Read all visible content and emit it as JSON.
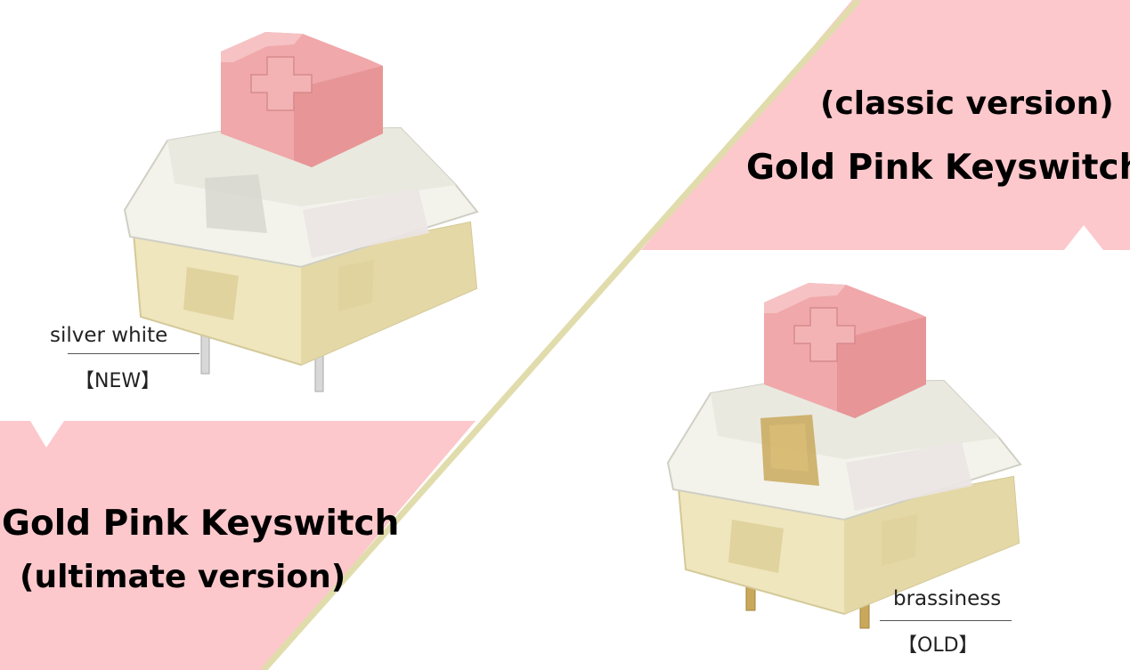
{
  "top_card": {
    "subtitle": "(classic version)",
    "title": "Gold Pink Keyswitch"
  },
  "bottom_card": {
    "title": "Gold Pink Keyswitch",
    "subtitle": "(ultimate version)"
  },
  "switch_new": {
    "material_label": "silver white",
    "tag": "【NEW】",
    "icon": "mechanical-keyswitch-icon",
    "pin_color": "#d8d8d8"
  },
  "switch_old": {
    "material_label": "brassiness",
    "tag": "【OLD】",
    "icon": "mechanical-keyswitch-icon",
    "pin_color": "#c9a85c"
  },
  "colors": {
    "panel_pink": "#fcc8cc",
    "diagonal_line": "#e1dcac",
    "stem_pink": "#f0a8aa",
    "housing_cream": "#efe6be"
  }
}
